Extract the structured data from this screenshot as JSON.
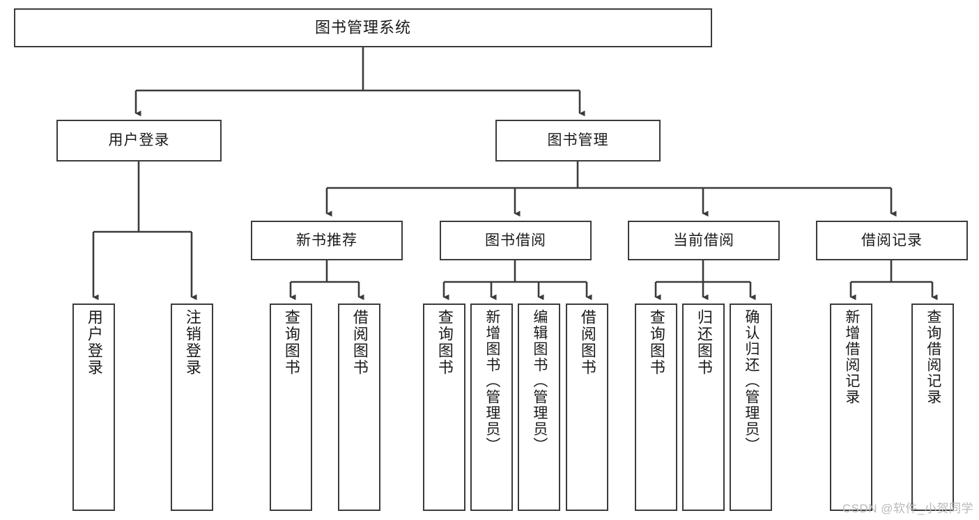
{
  "diagram": {
    "title": "图书管理系统",
    "watermark": "CSDN @软件_小贺同学",
    "root": {
      "label": "图书管理系统"
    },
    "level2": [
      {
        "label": "用户登录"
      },
      {
        "label": "图书管理"
      }
    ],
    "level3": [
      {
        "label": "新书推荐"
      },
      {
        "label": "图书借阅"
      },
      {
        "label": "当前借阅"
      },
      {
        "label": "借阅记录"
      }
    ],
    "leaves": {
      "user_login": [
        {
          "label": "用户登录"
        },
        {
          "label": "注销登录"
        }
      ],
      "new_book_recommend": [
        {
          "label": "查询图书"
        },
        {
          "label": "借阅图书"
        }
      ],
      "book_borrow": [
        {
          "label": "查询图书"
        },
        {
          "label": "新增图书（管理员）"
        },
        {
          "label": "编辑图书（管理员）"
        },
        {
          "label": "借阅图书"
        }
      ],
      "current_borrow": [
        {
          "label": "查询图书"
        },
        {
          "label": "归还图书"
        },
        {
          "label": "确认归还（管理员）"
        }
      ],
      "borrow_record": [
        {
          "label": "新增借阅记录"
        },
        {
          "label": "查询借阅记录"
        }
      ]
    }
  },
  "colors": {
    "stroke": "#3b3b3b",
    "text": "#1a1a1a",
    "background": "#ffffff",
    "watermark": "#b9b9b9"
  }
}
